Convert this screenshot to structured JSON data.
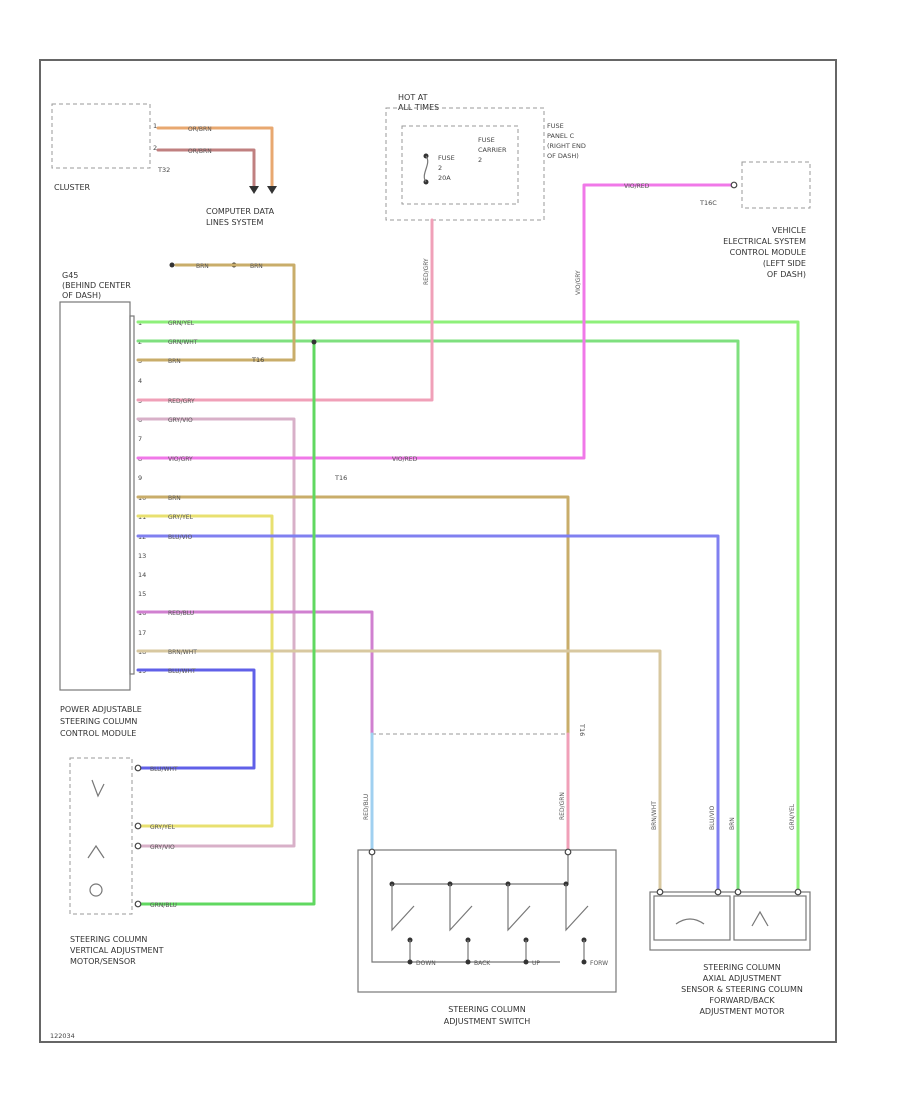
{
  "colors": {
    "orange_brown": "#e8a870",
    "red_brown": "#c08080",
    "brown": "#c9ad6a",
    "green_yellow": "#8ef07a",
    "green_white": "#7fe07f",
    "red_grey": "#f0a0b8",
    "grey_violet": "#d8b0c8",
    "violet_grey": "#f0a0f0",
    "pink": "#f078e8",
    "grey_yellow": "#e8e070",
    "blue_violet": "#8080f0",
    "red_blue": "#d080d0",
    "brown_white": "#d8c8a0",
    "blue_white": "#6060e8",
    "light_blue": "#a0d0f0",
    "green_blue": "#60d860",
    "frame": "#666666"
  },
  "components": {
    "cluster": "CLUSTER",
    "cluster_conn": "T32",
    "cdls": "COMPUTER DATA\nLINES SYSTEM",
    "hot_at": "HOT AT\nALL TIMES",
    "fuse": "FUSE\n2\n20A",
    "fuse_carrier": "FUSE\nCARRIER\n2",
    "fuse_panel": "FUSE\nPANEL C\n(RIGHT END\nOF DASH)",
    "vecm_conn": "T16C",
    "vecm": "VEHICLE\nELECTRICAL SYSTEM\nCONTROL MODULE\n(LEFT SIDE\nOF DASH)",
    "ground": "G45\n(BEHIND CENTER\nOF DASH)",
    "pasc": "POWER ADJUSTABLE\nSTEERING COLUMN\nCONTROL MODULE",
    "t16_a": "T16",
    "t16_b": "T16",
    "t16_c": "T16",
    "vert": "STEERING COLUMN\nVERTICAL ADJUSTMENT\nMOTOR/SENSOR",
    "switch": "STEERING COLUMN\nADJUSTMENT SWITCH",
    "axial": "STEERING COLUMN\nAXIAL ADJUSTMENT\nSENSOR & STEERING COLUMN\nFORWARD/BACK\nADJUSTMENT MOTOR",
    "diagram_id": "122034"
  },
  "wires": {
    "w1": "OR/BRN",
    "w2": "OR/BRN",
    "w3": "GRN/YEL",
    "w4": "GRN/WHT",
    "w5": "BRN",
    "w6": "RED/GRY",
    "w7": "GRY/VIO",
    "w8": "VIO/GRY",
    "w9": "VIO/RED",
    "w10": "BRN",
    "w11": "GRY/YEL",
    "w12": "BLU/VIO",
    "w13": "RED/BLU",
    "w14": "BRN/WHT",
    "w15": "BLU/WHT",
    "w16": "BLU/WHT",
    "w17": "GRY/YEL",
    "w18": "GRY/VIO",
    "w19": "GRN/BLU",
    "w20": "RED/GRN",
    "w21": "RED/BLU",
    "w22": "BRN/WHT",
    "w23": "BLU/VIO",
    "w24": "BRN",
    "w25": "GRN/YEL",
    "w26": "RED/GRN",
    "w27": "BRN",
    "w28": "BRN"
  },
  "switch_positions": [
    "DOWN",
    "BACK",
    "UP",
    "FORW"
  ]
}
